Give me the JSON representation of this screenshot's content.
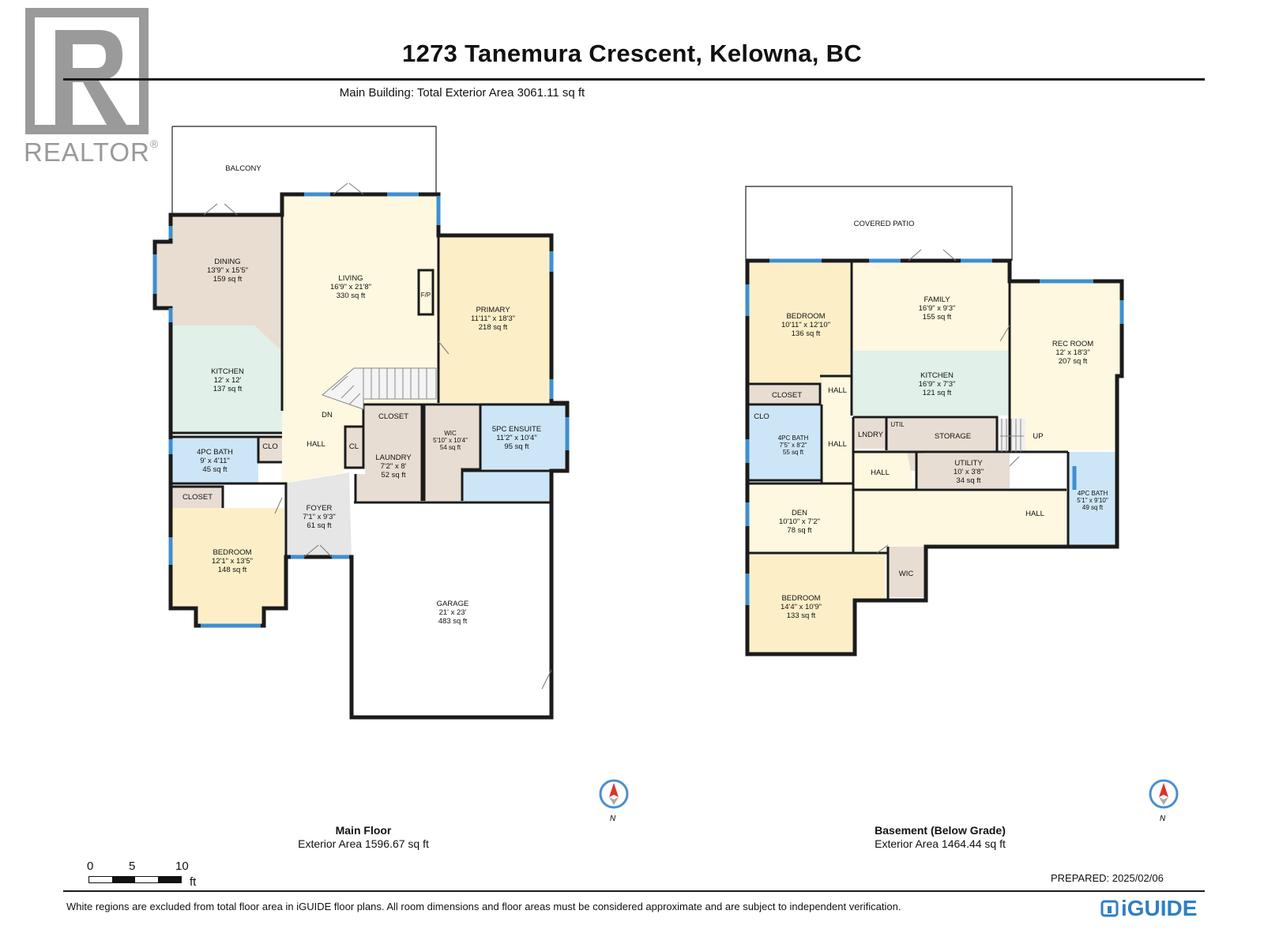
{
  "header": {
    "title": "1273 Tanemura Crescent, Kelowna, BC",
    "subtitle": "Main Building: Total Exterior Area 3061.11 sq ft",
    "brand_logo_text": "REALTOR",
    "brand_logo_mark": "®"
  },
  "main_floor": {
    "name": "Main Floor",
    "area": "Exterior Area 1596.67 sq ft",
    "outdoor": "BALCONY",
    "fireplace": "F/P",
    "stairs": "DN",
    "rooms": [
      {
        "name": "DINING",
        "dims": "13'9\" x 15'5\"",
        "area": "159 sq ft"
      },
      {
        "name": "LIVING",
        "dims": "16'9\" x 21'8\"",
        "area": "330 sq ft"
      },
      {
        "name": "PRIMARY",
        "dims": "11'11\" x 18'3\"",
        "area": "218 sq ft"
      },
      {
        "name": "KITCHEN",
        "dims": "12' x 12'",
        "area": "137 sq ft"
      },
      {
        "name": "CLOSET"
      },
      {
        "name": "WIC",
        "dims": "5'10\" x 10'4\"",
        "area": "54 sq ft"
      },
      {
        "name": "5PC ENSUITE",
        "dims": "11'2\" x 10'4\"",
        "area": "95 sq ft"
      },
      {
        "name": "4PC BATH",
        "dims": "9' x 4'11\"",
        "area": "45 sq ft"
      },
      {
        "name": "CLO"
      },
      {
        "name": "HALL"
      },
      {
        "name": "CL"
      },
      {
        "name": "LAUNDRY",
        "dims": "7'2\" x 8'",
        "area": "52 sq ft"
      },
      {
        "name": "CLOSET"
      },
      {
        "name": "FOYER",
        "dims": "7'1\" x 9'3\"",
        "area": "61 sq ft"
      },
      {
        "name": "BEDROOM",
        "dims": "12'1\" x 13'5\"",
        "area": "148 sq ft"
      },
      {
        "name": "GARAGE",
        "dims": "21' x 23'",
        "area": "483 sq ft"
      }
    ]
  },
  "basement": {
    "name": "Basement (Below Grade)",
    "area": "Exterior Area 1464.44 sq ft",
    "outdoor": "COVERED PATIO",
    "stairs": "UP",
    "rooms": [
      {
        "name": "BEDROOM",
        "dims": "10'11\" x 12'10\"",
        "area": "136 sq ft"
      },
      {
        "name": "FAMILY",
        "dims": "16'9\" x 9'3\"",
        "area": "155 sq ft"
      },
      {
        "name": "REC ROOM",
        "dims": "12' x 18'3\"",
        "area": "207 sq ft"
      },
      {
        "name": "KITCHEN",
        "dims": "16'9\" x 7'3\"",
        "area": "121 sq ft"
      },
      {
        "name": "CLOSET"
      },
      {
        "name": "HALL"
      },
      {
        "name": "CLO"
      },
      {
        "name": "4PC BATH",
        "dims": "7'5\" x 8'2\"",
        "area": "55 sq ft"
      },
      {
        "name": "HALL"
      },
      {
        "name": "LNDRY"
      },
      {
        "name": "UTIL"
      },
      {
        "name": "STORAGE"
      },
      {
        "name": "HALL"
      },
      {
        "name": "UTILITY",
        "dims": "10' x 3'8\"",
        "area": "34 sq ft"
      },
      {
        "name": "4PC BATH",
        "dims": "5'1\" x 9'10\"",
        "area": "49 sq ft"
      },
      {
        "name": "DEN",
        "dims": "10'10\" x 7'2\"",
        "area": "78 sq ft"
      },
      {
        "name": "HALL"
      },
      {
        "name": "WIC"
      },
      {
        "name": "BEDROOM",
        "dims": "14'4\" x 10'9\"",
        "area": "133 sq ft"
      }
    ]
  },
  "compass": {
    "label": "N"
  },
  "scale": {
    "ticks": [
      "0",
      "5",
      "10"
    ],
    "unit": "ft"
  },
  "footer": {
    "prepared": "PREPARED: 2025/02/06",
    "disclaimer": "White regions are excluded from total floor area in iGUIDE floor plans. All room dimensions and floor areas must be considered approximate and are subject to independent verification.",
    "brand": "iGUIDE"
  },
  "colors": {
    "living": "#fdf8df",
    "dining": "#e8ddd0",
    "kitchen": "#e1f0e8",
    "bedroom": "#fcefc8",
    "bath": "#cde6f7",
    "utility": "#e8ddd3",
    "foyer": "#e6e6e6",
    "window": "#3f8fd0",
    "wall": "#1b1b1b"
  }
}
